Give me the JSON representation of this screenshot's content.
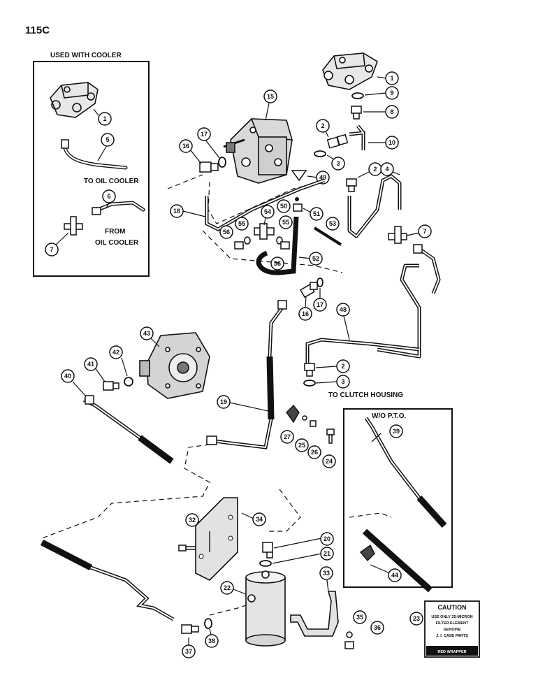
{
  "page": {
    "id": "115C"
  },
  "insets": {
    "cooler": {
      "title": "USED WITH COOLER",
      "to_cooler": "TO OIL COOLER",
      "from_1": "FROM",
      "from_2": "OIL COOLER"
    },
    "wo_pto": {
      "title": "W/O P.T.O."
    }
  },
  "notes": {
    "to_clutch": "TO CLUTCH HOUSING"
  },
  "caution": {
    "title": "CAUTION",
    "line1": "USE ONLY 25-MICRON",
    "line2": "FILTER ELEMENT",
    "line3": "GENUINE",
    "line4": "J. I. CASE PARTS",
    "footer": "RED WRAPPER"
  },
  "callouts": {
    "c1a": "1",
    "c5": "5",
    "c6": "6",
    "c7a": "7",
    "c1b": "1",
    "c9": "9",
    "c8": "8",
    "c15": "15",
    "c2a": "2",
    "c10": "10",
    "c17a": "17",
    "c16a": "16",
    "c3a": "3",
    "c2b": "2",
    "c4": "4",
    "c49": "49",
    "c50": "50",
    "c51": "51",
    "c18": "18",
    "c54": "54",
    "c55a": "55",
    "c55b": "55",
    "c56a": "56",
    "c56b": "56",
    "c53": "53",
    "c52": "52",
    "c7b": "7",
    "c17b": "17",
    "c16b": "16",
    "c48": "48",
    "c43": "43",
    "c42": "42",
    "c41": "41",
    "c40": "40",
    "c2c": "2",
    "c3b": "3",
    "c19": "19",
    "c27": "27",
    "c25": "25",
    "c26": "26",
    "c24": "24",
    "c39": "39",
    "c44": "44",
    "c32": "32",
    "c34": "34",
    "c20": "20",
    "c21": "21",
    "c22": "22",
    "c33": "33",
    "c23": "23",
    "c35": "35",
    "c36": "36",
    "c37": "37",
    "c38": "38"
  }
}
